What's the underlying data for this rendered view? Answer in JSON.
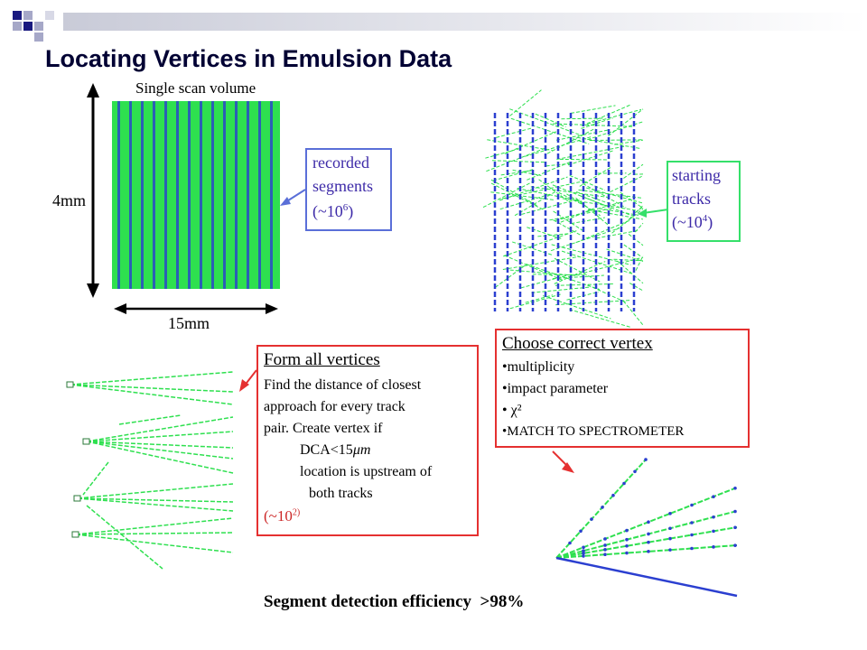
{
  "slide": {
    "title": "Locating Vertices in Emulsion Data",
    "footer": "Segment detection efficiency  >98%"
  },
  "scan_panel": {
    "caption": "Single scan volume",
    "height_label": "4mm",
    "width_label": "15mm",
    "callout": [
      "recorded",
      "segments",
      "(~10",
      "6",
      ")"
    ]
  },
  "tracks_panel": {
    "callout": [
      "starting",
      "tracks",
      "(~10",
      "4",
      ")"
    ]
  },
  "form_box": {
    "heading": "Form all vertices",
    "lines": [
      "Find the distance of closest",
      "approach for every track",
      "pair.  Create vertex if"
    ],
    "indent1": "DCA<15",
    "indent1_unit": "μm",
    "indent2": "location is upstream of",
    "indent3": "both tracks",
    "count": "(~10",
    "count_exp": "2)",
    "count_close": ")"
  },
  "choose_box": {
    "heading": "Choose correct vertex",
    "items": [
      "•multiplicity",
      "•impact parameter",
      "• χ²",
      "•MATCH TO SPECTROMETER"
    ]
  },
  "colors": {
    "title": "#000033",
    "segment_green": "#2ee04f",
    "segment_blue": "#2b3fd0",
    "red": "#e53030",
    "callout_blue": "#5a6fd8",
    "callout_green": "#35e06a"
  }
}
